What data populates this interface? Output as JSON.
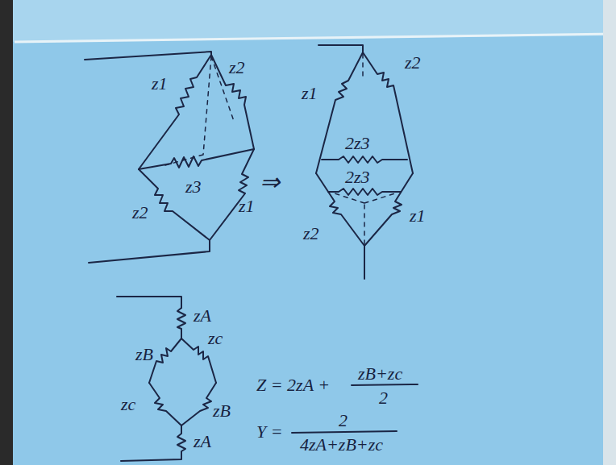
{
  "diagram": {
    "labels": [
      "z1",
      "z2",
      "z3",
      "z2",
      "z1",
      "⇒",
      "z1",
      "z2",
      "2z3",
      "2z3",
      "z2",
      "z1",
      "zA",
      "zc",
      "zB",
      "zc",
      "zB",
      "zA",
      "Z = 2zA +",
      "zB+zc",
      "2",
      "Y =",
      "2",
      "4zA+zB+zc"
    ]
  }
}
